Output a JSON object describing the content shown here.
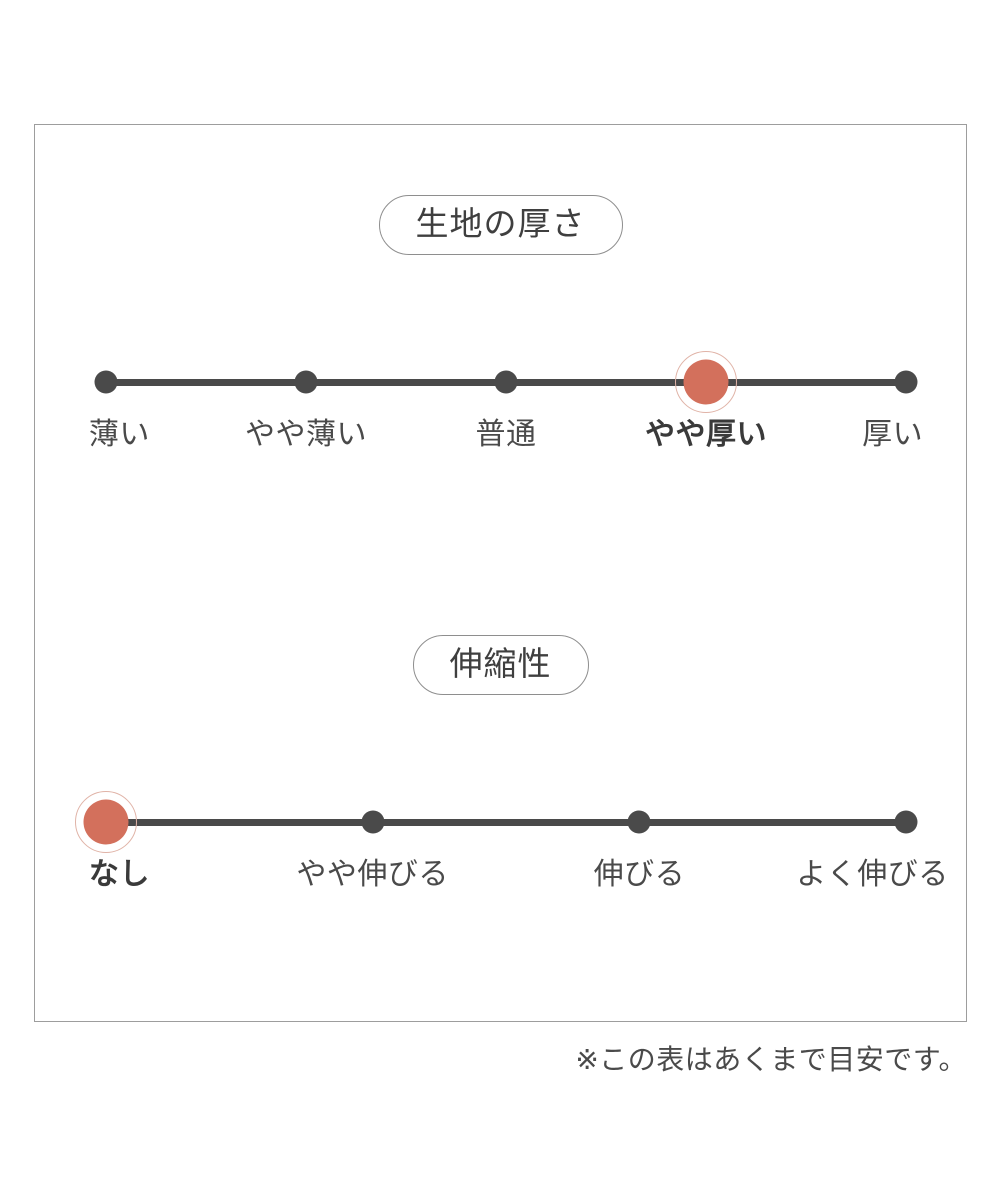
{
  "chart_data": {
    "type": "scatter",
    "title": "",
    "note": "※この表はあくまで目安です。",
    "scales": [
      {
        "title": "生地の厚さ",
        "categories": [
          "薄い",
          "やや薄い",
          "普通",
          "やや厚い",
          "厚い"
        ],
        "values": [
          1,
          2,
          3,
          4,
          5
        ],
        "selected_index": 3,
        "selected_label": "やや厚い",
        "xlim": [
          1,
          5
        ],
        "grid": false
      },
      {
        "title": "伸縮性",
        "categories": [
          "なし",
          "やや伸びる",
          "伸びる",
          "よく伸びる"
        ],
        "values": [
          1,
          2,
          3,
          4
        ],
        "selected_index": 0,
        "selected_label": "なし",
        "xlim": [
          1,
          4
        ],
        "grid": false
      }
    ],
    "colors": {
      "selected_marker": "#d3705c",
      "selected_ring": "#e0b3a7",
      "marker": "#4a4a4a",
      "track": "#4a4a4a",
      "frame_border": "#9d9d9d",
      "text": "#4a4a4a"
    }
  },
  "sections": [
    {
      "title": "生地の厚さ",
      "points": [
        {
          "label": "薄い",
          "selected": false
        },
        {
          "label": "やや薄い",
          "selected": false
        },
        {
          "label": "普通",
          "selected": false
        },
        {
          "label": "やや厚い",
          "selected": true
        },
        {
          "label": "厚い",
          "selected": false
        }
      ]
    },
    {
      "title": "伸縮性",
      "points": [
        {
          "label": "なし",
          "selected": true
        },
        {
          "label": "やや伸びる",
          "selected": false
        },
        {
          "label": "伸びる",
          "selected": false
        },
        {
          "label": "よく伸びる",
          "selected": false
        }
      ]
    }
  ],
  "footnote": "※この表はあくまで目安です。"
}
